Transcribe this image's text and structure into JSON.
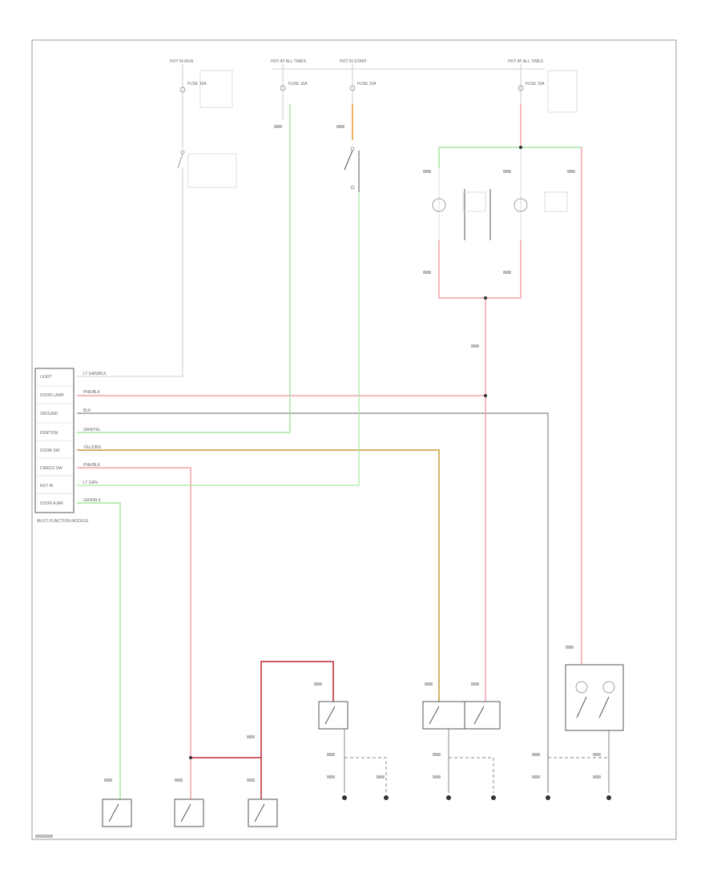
{
  "palette": {
    "wire_white": "#d6d6d6",
    "wire_green": "#a8e6a0",
    "wire_pink": "#f2a0a8",
    "wire_orange": "#f2b266",
    "wire_yellow": "#d4b46a",
    "wire_gray": "#888888",
    "wire_darkred": "#c84850",
    "wire_black": "#444444",
    "frame": "#999999",
    "text": "#666666"
  },
  "fuse_labels": [
    {
      "name": "HOT IN RUN",
      "fuse": "FUSE 15A"
    },
    {
      "name": "HOT AT ALL TIMES",
      "fuse": "FUSE 10A"
    },
    {
      "name": "HOT IN START",
      "fuse": "FUSE 10A"
    },
    {
      "name": "HOT AT ALL TIMES",
      "fuse": "FUSE 15A"
    }
  ],
  "module": {
    "pins": [
      {
        "label": "LIGHT",
        "wire": "LT GRN/BLK"
      },
      {
        "label": "DOOR LAMP",
        "wire": "PNK/BLK"
      },
      {
        "label": "GROUND",
        "wire": "BLK"
      },
      {
        "label": "IGNITION",
        "wire": "GRN/YEL"
      },
      {
        "label": "DOOR SW",
        "wire": "YEL/ORN"
      },
      {
        "label": "CARGO SW",
        "wire": "PNK/BLK"
      },
      {
        "label": "KEY IN",
        "wire": "LT GRN"
      },
      {
        "label": "DOOR AJAR",
        "wire": "GRN/BLK"
      }
    ],
    "caption": "MULTI FUNCTION MODULE"
  }
}
